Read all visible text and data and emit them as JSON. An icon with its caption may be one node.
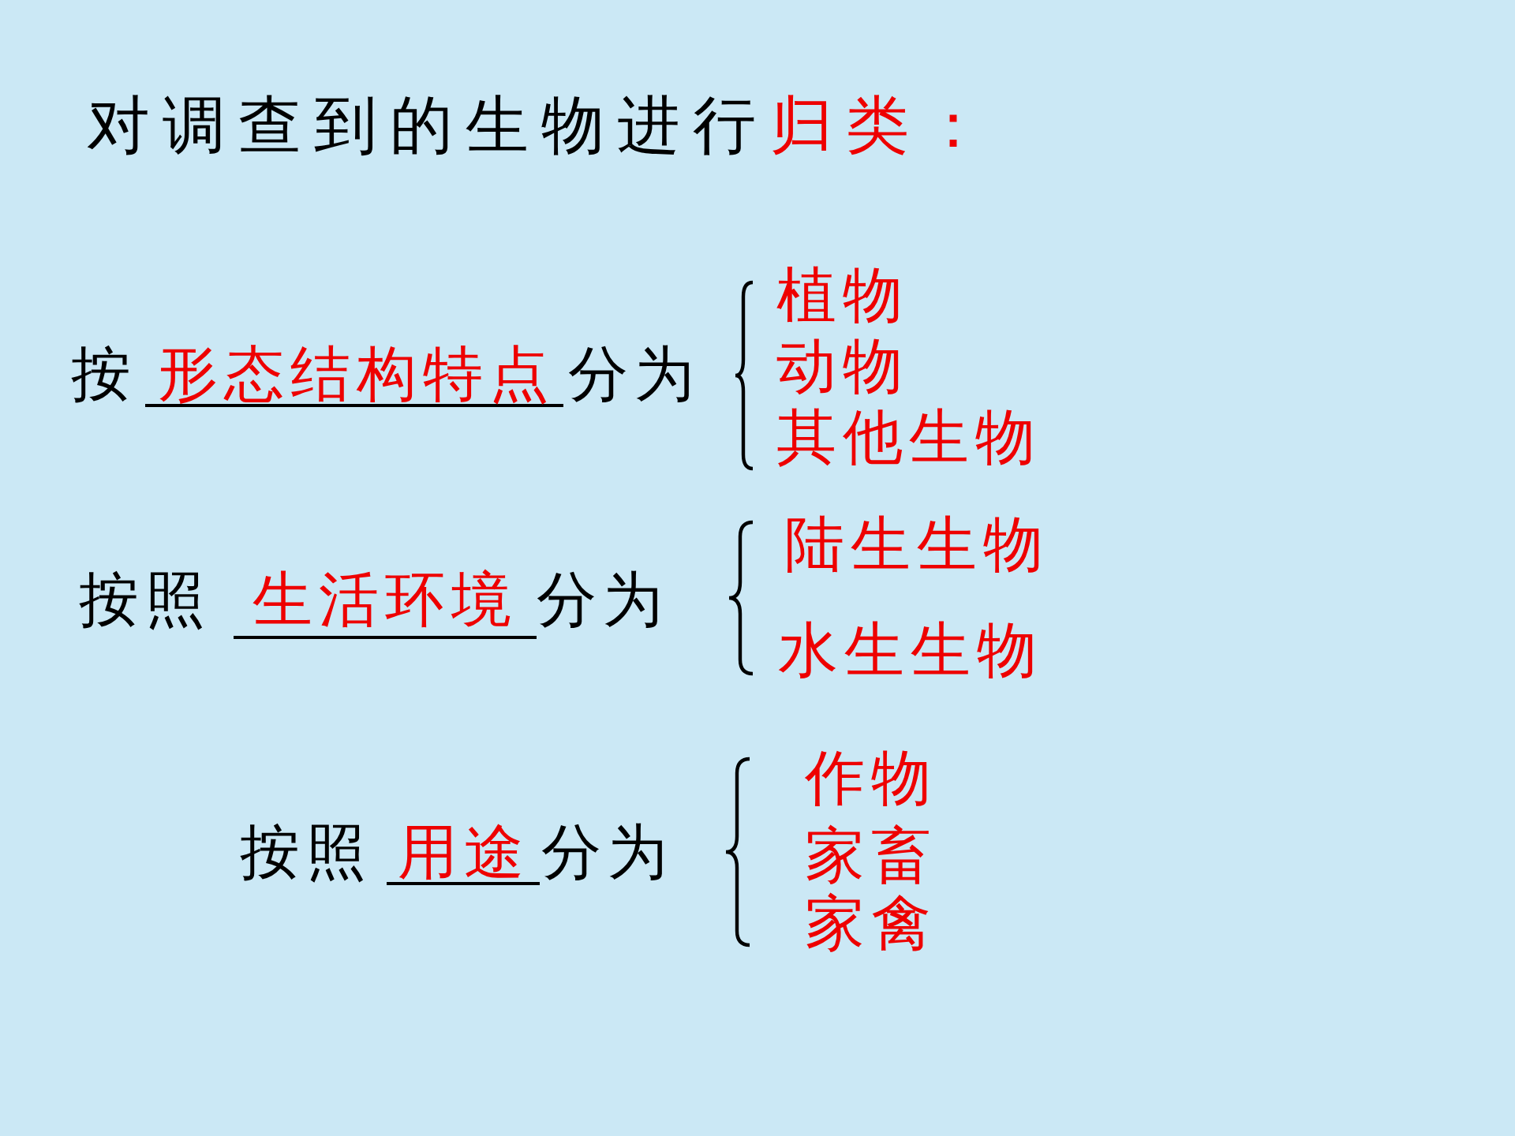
{
  "diagram": {
    "labels": [
      "对调查到的生物进行",
      "归类：",
      "按",
      "形态结构特点",
      "分为",
      "植物",
      "动物",
      "其他生物",
      "按照",
      "生活环境",
      "分为",
      "陆生生物",
      "水生生物",
      "按照",
      "用途",
      "分为",
      "作物",
      "家畜",
      "家禽"
    ]
  }
}
